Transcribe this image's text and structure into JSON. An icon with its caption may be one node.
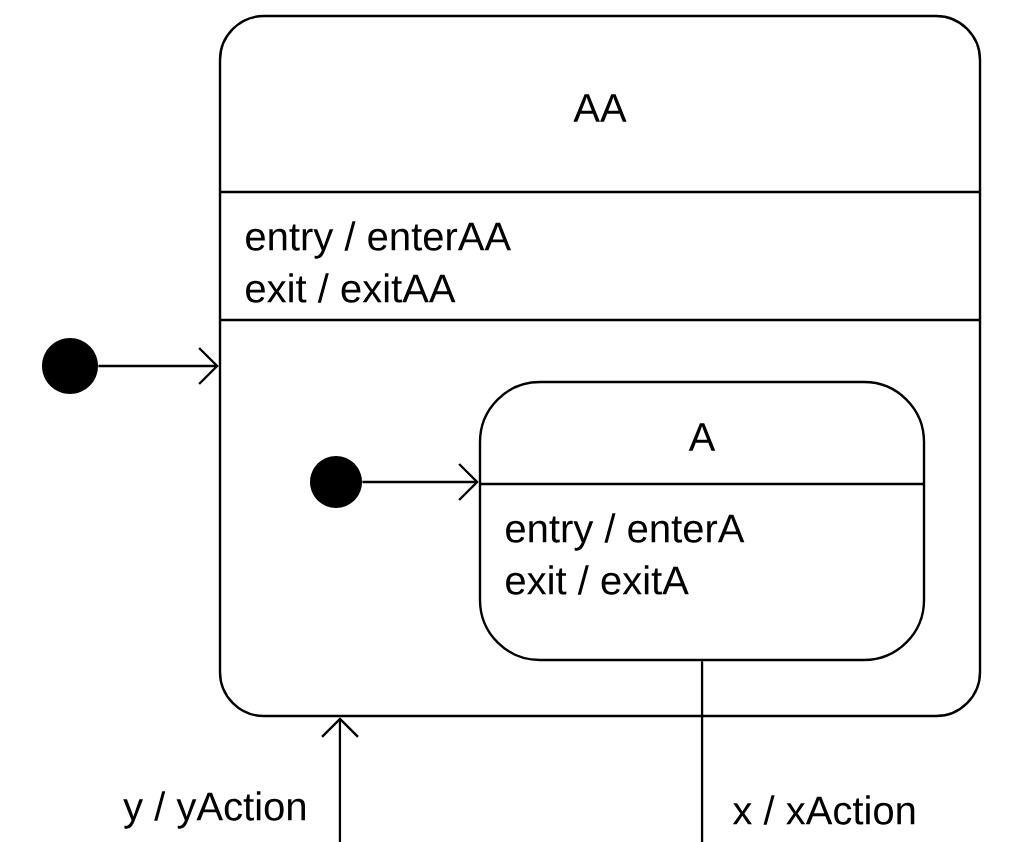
{
  "diagram": {
    "nodes": [
      {
        "text": [
          "AA",
          "entry / enterAA",
          "exit / exitAA"
        ]
      },
      {
        "text": [],
        "shape": "circle"
      },
      {
        "text": [],
        "shape": "circle",
        "in": 0
      },
      {
        "text": [
          "A",
          "entry / enterA",
          "exit / exitA"
        ],
        "in": 0
      }
    ],
    "edges": [
      {
        "from": 1,
        "to": 0,
        "arrow": "to"
      },
      {
        "from": 2,
        "to": 3,
        "arrow": "to"
      },
      {
        "from": null,
        "to": 0,
        "arrow": "to",
        "label": "y / yAction"
      },
      {
        "from": 3,
        "to": null,
        "arrow": "none",
        "label": "x / xAction"
      }
    ]
  }
}
